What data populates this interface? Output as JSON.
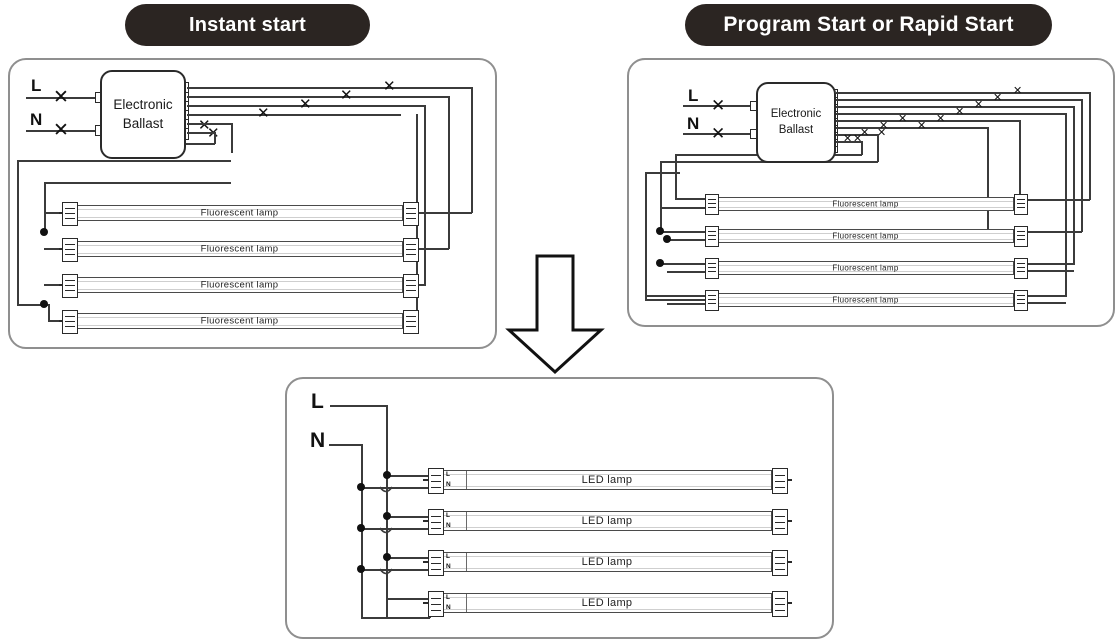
{
  "diagram": {
    "title_instant": "Instant start",
    "title_program": "Program Start or Rapid Start",
    "ballast_line1": "Electronic",
    "ballast_line2": "Ballast",
    "source_l": "L",
    "source_n": "N",
    "fluorescent_label": "Fluorescent  lamp",
    "led_label": "LED  lamp",
    "led_pin_l": "L",
    "led_pin_n": "N",
    "cut_marker": "✕",
    "arrow_direction": "down",
    "colors": {
      "badge_bg": "#2b2522",
      "badge_text": "#ffffff",
      "panel_border": "#8f8f8f",
      "wire": "#3b3b3b",
      "node": "#111111",
      "background": "#ffffff"
    },
    "panels": [
      {
        "name": "instant-start",
        "lamp_count": 4,
        "ballast_terminals": 6,
        "cut_marks": 6,
        "lamps": [
          {
            "label": "Fluorescent  lamp"
          },
          {
            "label": "Fluorescent  lamp"
          },
          {
            "label": "Fluorescent  lamp"
          },
          {
            "label": "Fluorescent  lamp"
          }
        ]
      },
      {
        "name": "program-rapid-start",
        "lamp_count": 4,
        "ballast_terminals": 8,
        "cut_marks": 12,
        "lamps": [
          {
            "label": "Fluorescent  lamp"
          },
          {
            "label": "Fluorescent  lamp"
          },
          {
            "label": "Fluorescent  lamp"
          },
          {
            "label": "Fluorescent  lamp"
          }
        ]
      },
      {
        "name": "led-retrofit",
        "lamp_count": 4,
        "lamps": [
          {
            "label": "LED  lamp"
          },
          {
            "label": "LED  lamp"
          },
          {
            "label": "LED  lamp"
          },
          {
            "label": "LED  lamp"
          }
        ]
      }
    ]
  }
}
